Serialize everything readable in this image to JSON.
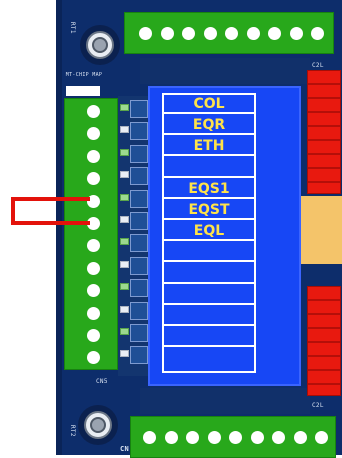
{
  "board": {
    "colors": {
      "pcb": "#0d2d6b",
      "terminal": "#28a81b",
      "display": "#1747f5",
      "text_yellow": "#ffe34a",
      "relay": "#e8190f",
      "jumper": "#e3120b"
    },
    "silkscreen": {
      "top_left": "RT1",
      "bottom_left": "RT2",
      "map_label": "MT-CHIP MAP",
      "cn_label": "CN5",
      "top_right": "C2L",
      "bottom_right": "C2L",
      "bottom_cn": "CN"
    },
    "display": {
      "rows": [
        "COL",
        "EQR",
        "ETH",
        "",
        "EQS1",
        "EQST",
        "EQL",
        "",
        "",
        "",
        "",
        "",
        ""
      ]
    },
    "top_terminal": {
      "count": 9
    },
    "left_terminal": {
      "count": 12
    },
    "bottom_terminal": {
      "count": 9
    },
    "jumper": {
      "from_terminal": 5,
      "to_terminal": 6,
      "shape": "bracket-icon"
    }
  }
}
